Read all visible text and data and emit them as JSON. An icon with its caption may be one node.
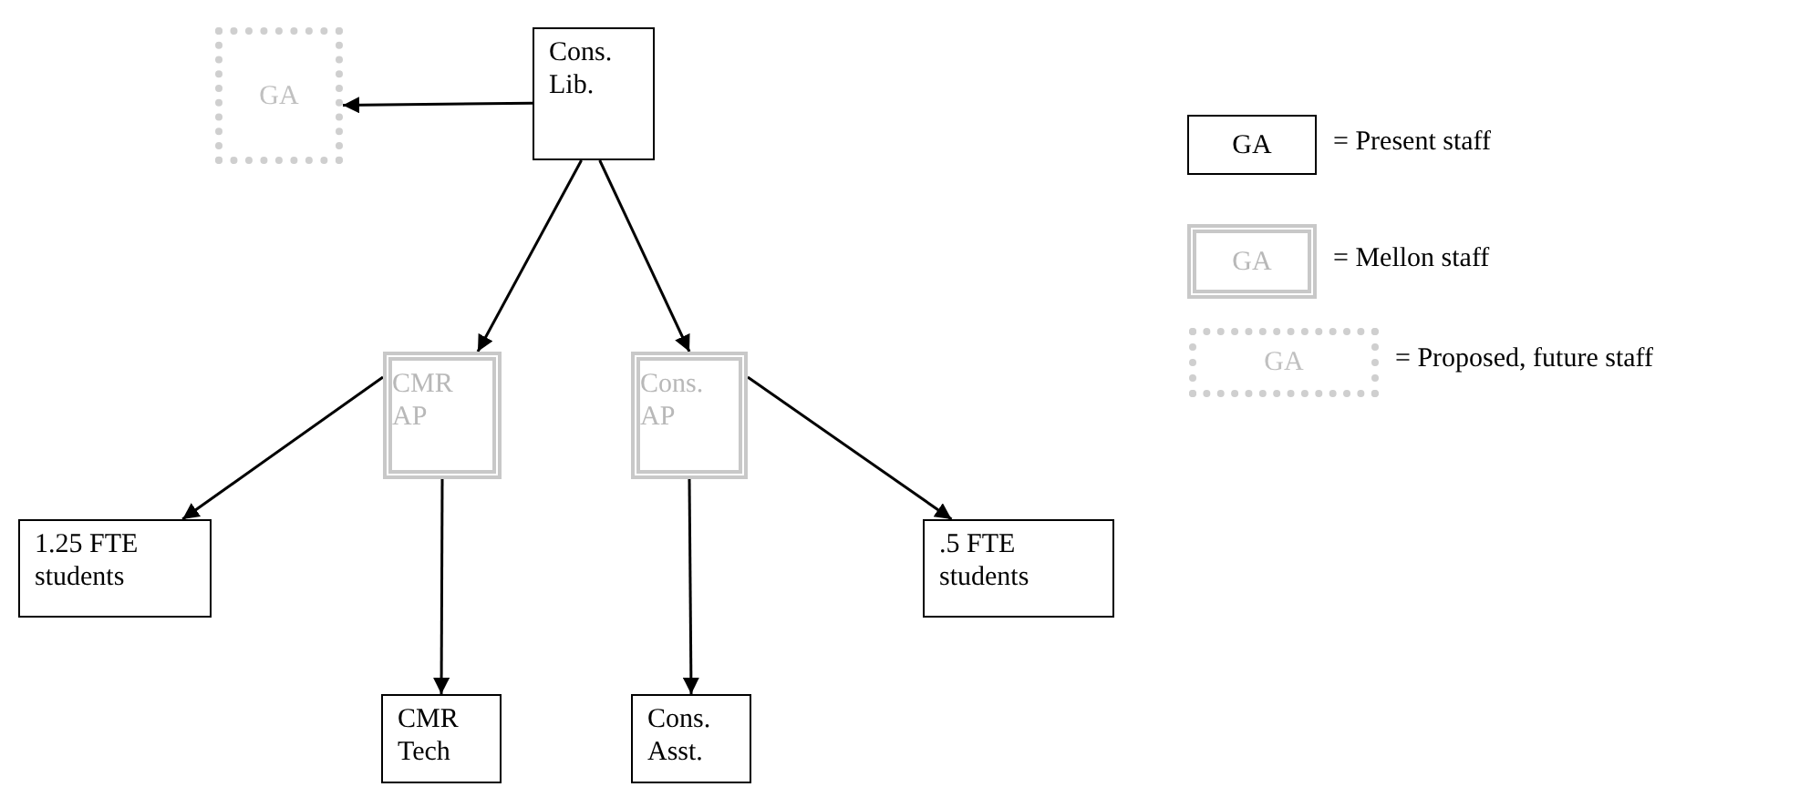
{
  "diagram": {
    "nodes": [
      {
        "text": [
          "GA"
        ]
      },
      {
        "text": [
          "Cons. Lib."
        ]
      },
      {
        "text": [
          "CMR AP"
        ]
      },
      {
        "text": [
          "Cons. AP"
        ]
      },
      {
        "text": [
          "1.25 FTE students"
        ]
      },
      {
        "text": [
          "CMR Tech"
        ]
      },
      {
        "text": [
          "Cons. Asst."
        ]
      },
      {
        "text": [
          ".5 FTE students"
        ]
      },
      {
        "text": [
          "GA"
        ],
        "beside": [
          "= Present staff"
        ]
      },
      {
        "text": [
          "GA"
        ],
        "beside": [
          "= Mellon staff"
        ]
      },
      {
        "text": [
          "GA"
        ],
        "beside": [
          "= Proposed, future staff"
        ]
      }
    ],
    "edges": [
      {
        "from": 1,
        "to": 0,
        "arrow": "to"
      },
      {
        "from": 1,
        "to": 2,
        "arrow": "to"
      },
      {
        "from": 1,
        "to": 3,
        "arrow": "to"
      },
      {
        "from": 2,
        "to": 4,
        "arrow": "to"
      },
      {
        "from": 2,
        "to": 5,
        "arrow": "to"
      },
      {
        "from": 3,
        "to": 6,
        "arrow": "to"
      },
      {
        "from": 3,
        "to": 7,
        "arrow": "to"
      }
    ]
  }
}
